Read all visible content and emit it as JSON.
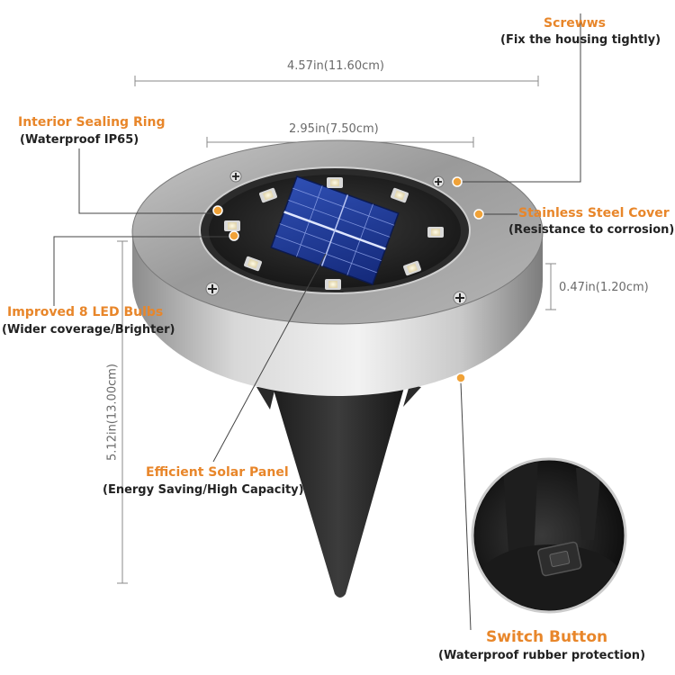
{
  "colors": {
    "accent": "#e8862a",
    "dim_line": "#8a8a8a",
    "callout_line": "#444444"
  },
  "callouts": {
    "screws": {
      "title": "Screwws",
      "subtitle": "(Fix the housing tightly)"
    },
    "sealing_ring": {
      "title": "Interior Sealing Ring",
      "subtitle": "(Waterproof IP65)"
    },
    "steel_cover": {
      "title": "Stainless Steel Cover",
      "subtitle": "(Resistance to corrosion)"
    },
    "led_bulbs": {
      "title": "Improved 8 LED Bulbs",
      "subtitle": "(Wider coverage/Brighter)"
    },
    "solar_panel": {
      "title": "Efficient Solar Panel",
      "subtitle": "(Energy Saving/High Capacity)"
    },
    "switch_button": {
      "title": "Switch Button",
      "subtitle": "(Waterproof rubber protection)"
    }
  },
  "dimensions": {
    "total_width": "4.57in(11.60cm)",
    "panel_width": "2.95in(7.50cm)",
    "cover_height": "0.47in(1.20cm)",
    "total_height": "5.12in(13.00cm)"
  },
  "product": {
    "led_count": 8,
    "icons": [
      "screw-icon",
      "led-icon",
      "solar-panel-icon",
      "switch-icon"
    ]
  }
}
